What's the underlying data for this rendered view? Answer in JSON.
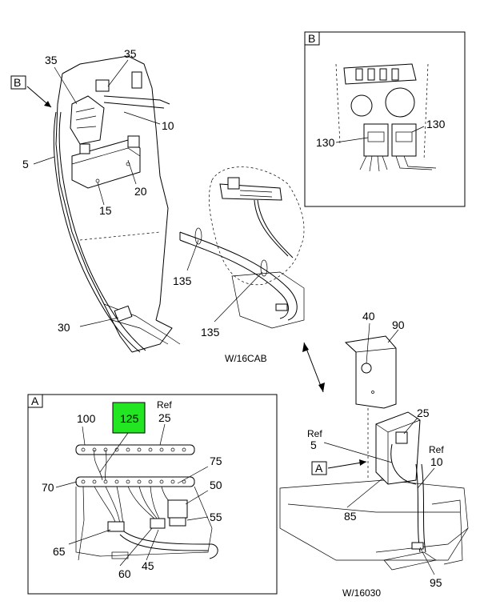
{
  "callouts": {
    "main": {
      "n35a": "35",
      "n35b": "35",
      "nB": "B",
      "n10": "10",
      "n5": "5",
      "n20": "20",
      "n15": "15",
      "n30": "30"
    },
    "middle": {
      "n135a": "135",
      "n135b": "135",
      "caption": "W/16CAB"
    },
    "detailB": {
      "title": "B",
      "n130a": "130",
      "n130b": "130"
    },
    "detailA": {
      "title": "A",
      "n100": "100",
      "n125": "125",
      "ref": "Ref",
      "n25": "25",
      "n70": "70",
      "n75": "75",
      "n50": "50",
      "n55": "55",
      "n65": "65",
      "n60": "60",
      "n45": "45"
    },
    "lower": {
      "n40": "40",
      "n90": "90",
      "n25": "25",
      "ref5": "Ref",
      "n5": "5",
      "ref10": "Ref",
      "n10": "10",
      "nA": "A",
      "n85": "85",
      "n95": "95",
      "caption": "W/16030"
    }
  },
  "colors": {
    "highlight": "#22e622",
    "line": "#000000"
  }
}
